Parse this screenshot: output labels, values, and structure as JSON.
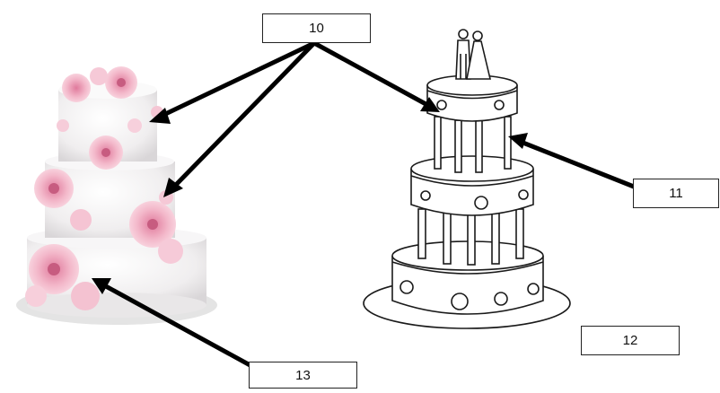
{
  "labels": {
    "top": "10",
    "right_pillars": "11",
    "base_right": "12",
    "bottom_left": "13"
  },
  "colors": {
    "arrow": "#000000",
    "line_art": "#1a1a1a",
    "fondant": "#f2f0f1",
    "flower_pink": "#f3bccd",
    "flower_deep": "#e08aa7",
    "board": "#e6e6e6"
  }
}
